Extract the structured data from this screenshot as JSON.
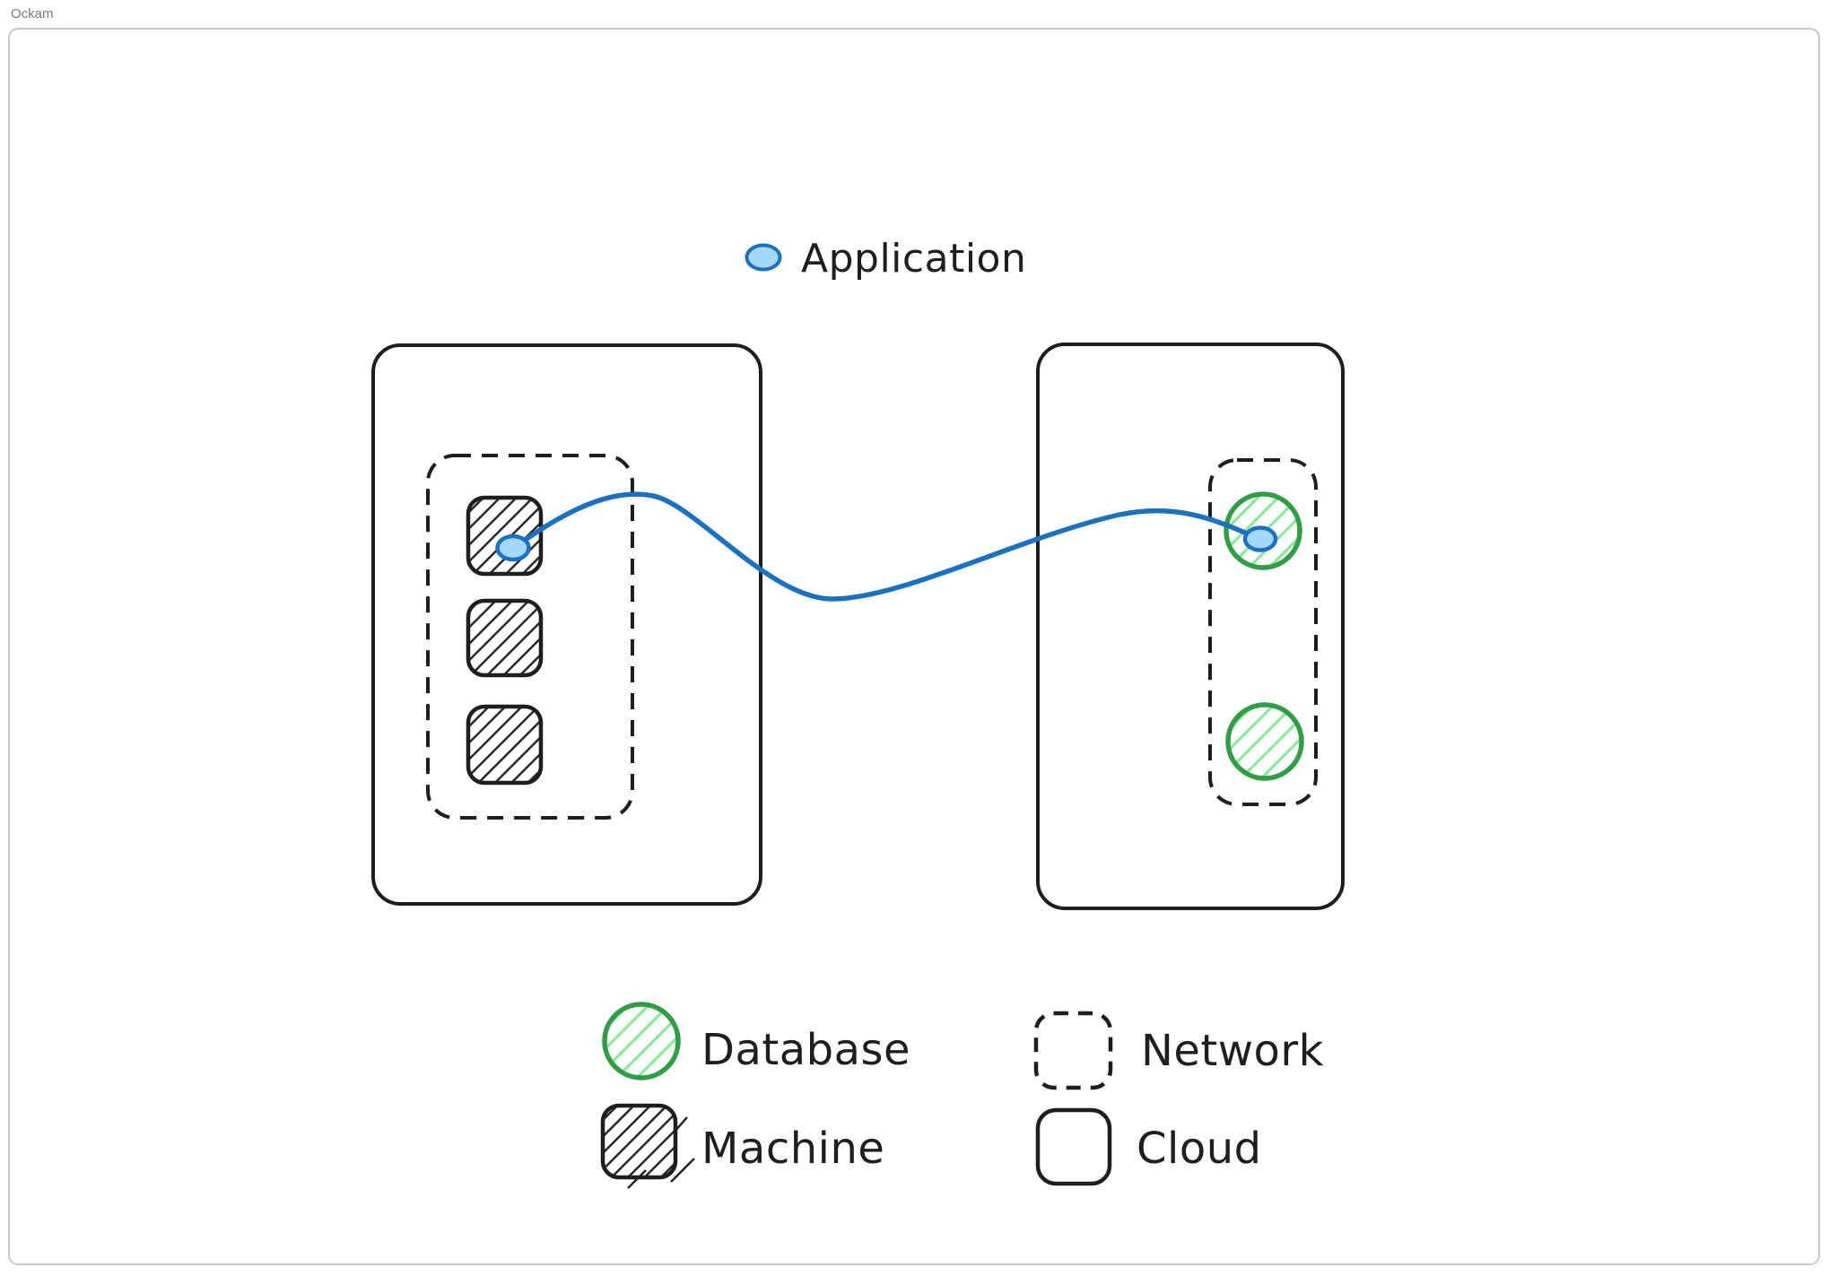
{
  "brand": "Ockam",
  "legend": {
    "application": "Application",
    "database": "Database",
    "machine": "Machine",
    "network": "Network",
    "cloud": "Cloud"
  },
  "palette": {
    "ink": "#1e1e1e",
    "background": "#ffffff",
    "canvas_border": "#c9c9c9",
    "application_fill": "#a5d8ff",
    "application_stroke": "#1971c2",
    "database_fill": "#8ce99a",
    "database_stroke": "#2f9e44"
  },
  "diagram": {
    "clouds": [
      {
        "name": "left cloud",
        "networks": 1,
        "machines": 3,
        "databases": 0,
        "application_dots": 1
      },
      {
        "name": "right cloud",
        "networks": 1,
        "machines": 0,
        "databases": 2,
        "application_dots": 1
      }
    ],
    "connections": [
      {
        "from": "application dot on machine 1 (left cloud)",
        "to": "application dot on database 1 (right cloud)",
        "style": "curved",
        "color": "#1971c2"
      }
    ]
  }
}
